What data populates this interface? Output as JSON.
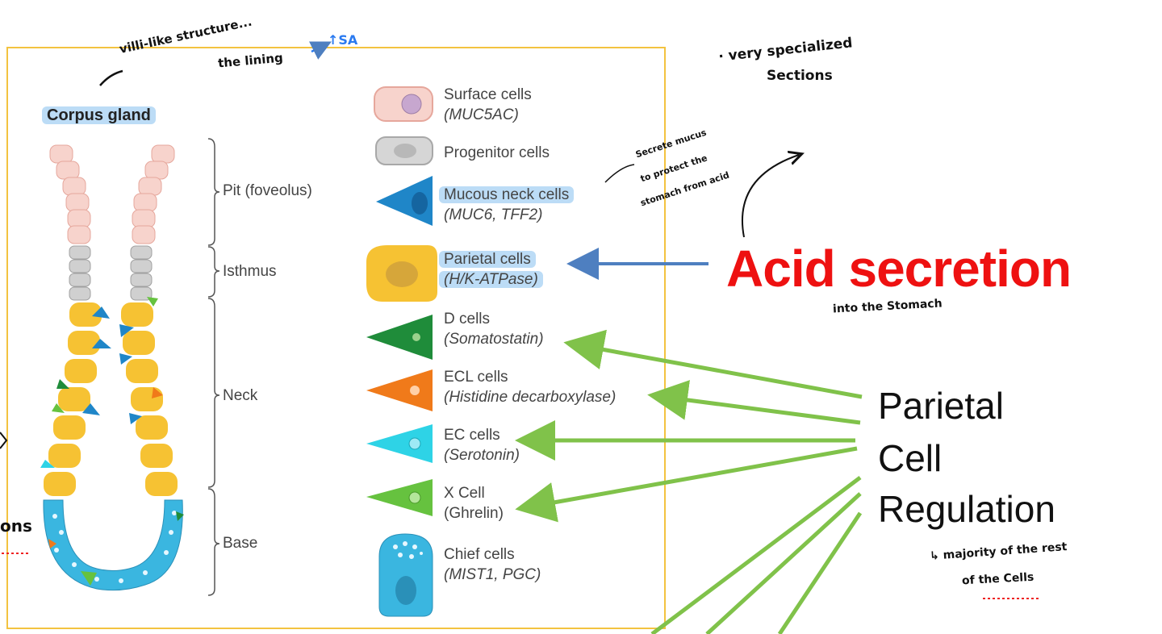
{
  "title": "Corpus gland",
  "regions": [
    {
      "name": "Pit (foveolus)"
    },
    {
      "name": "Isthmus"
    },
    {
      "name": "Neck"
    },
    {
      "name": "Base"
    }
  ],
  "cells": [
    {
      "name": "Surface cells",
      "marker": "(MUC5AC)",
      "color": "#f7d3cc"
    },
    {
      "name": "Progenitor cells",
      "marker": "",
      "color": "#cfcfcf"
    },
    {
      "name": "Mucous neck cells",
      "marker": "(MUC6, TFF2)",
      "color": "#1f86c8"
    },
    {
      "name": "Parietal cells",
      "marker": "(H/K-ATPase)",
      "color": "#f6c233"
    },
    {
      "name": "D cells",
      "marker": "(Somatostatin)",
      "color": "#1f8c3a"
    },
    {
      "name": "ECL cells",
      "marker": "(Histidine decarboxylase)",
      "color": "#f07a1a"
    },
    {
      "name": "EC cells",
      "marker": "(Serotonin)",
      "color": "#2ed3e6"
    },
    {
      "name": "X Cell",
      "marker": "(Ghrelin)",
      "color": "#66c23f"
    },
    {
      "name": "Chief cells",
      "marker": "(MIST1, PGC)",
      "color": "#3ab6e0"
    }
  ],
  "acid_secretion": "Acid secretion",
  "regulation": {
    "line1": "Parietal",
    "line2": "Cell",
    "line3": "Regulation"
  },
  "annotations": {
    "villi": "villi-like structure...",
    "lining": "the lining",
    "sa": "↑SA",
    "specialized1": "· very specialized",
    "specialized2": "Sections",
    "mucus1": "Secrete mucus",
    "mucus2": "to protect the",
    "mucus3": "stomach from acid",
    "into": "into the Stomach",
    "majority1": "↳ majority of the rest",
    "majority2": "of the Cells",
    "left_edge": "ons"
  },
  "colors": {
    "frame": "#f3c340",
    "acid": "#ee1111",
    "arrow_green": "#80c24a",
    "arrow_blue": "#4e7fc0",
    "highlight": "#bcdcf6"
  }
}
